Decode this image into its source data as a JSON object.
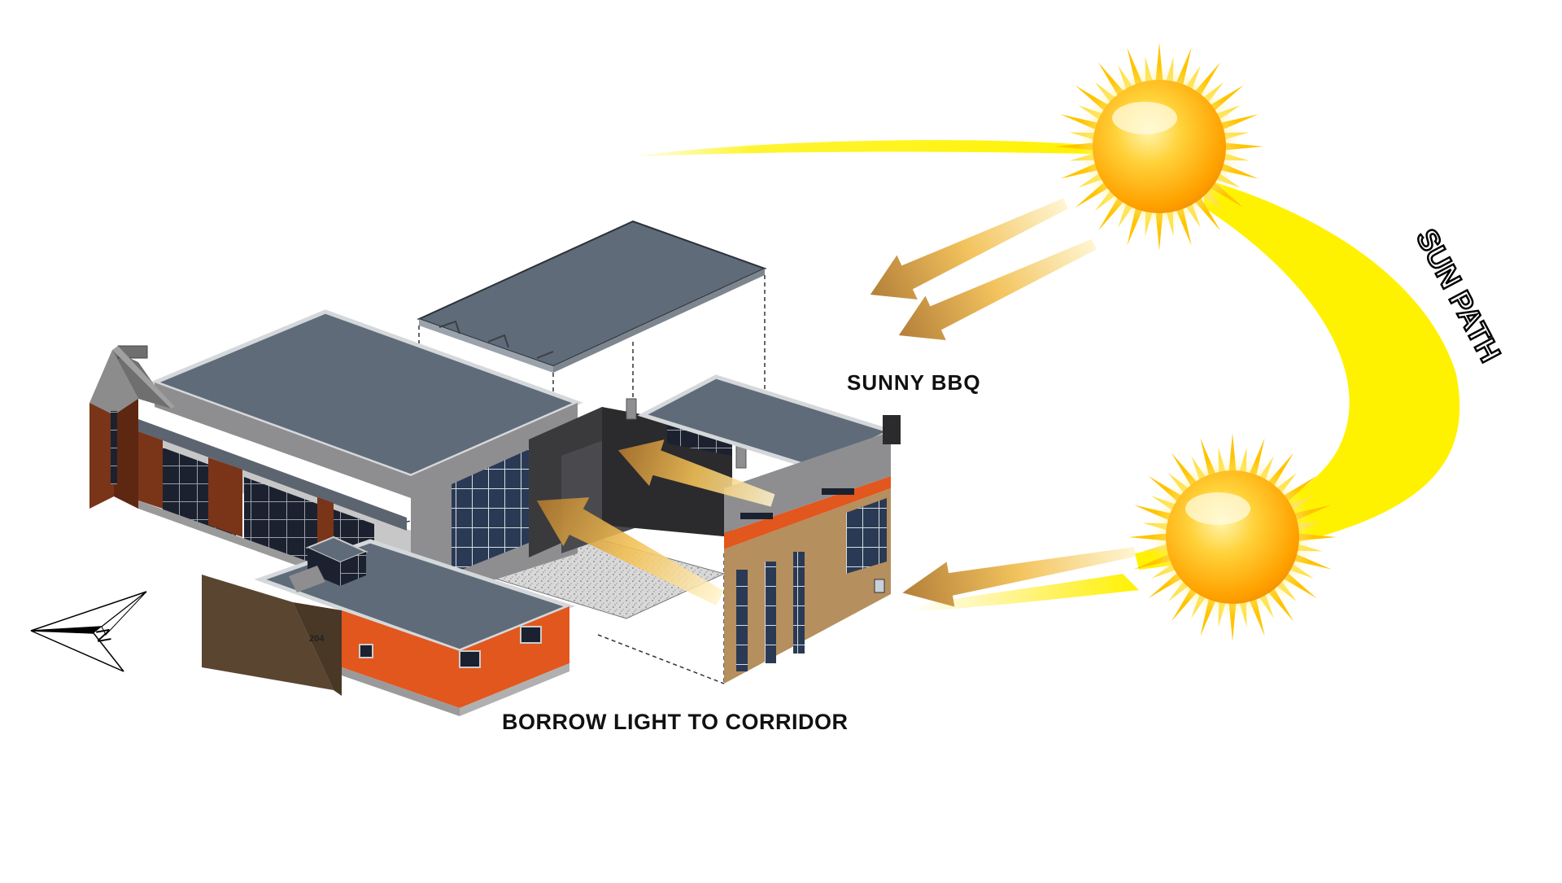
{
  "labels": {
    "sunny_bbq": "SUNNY  BBQ",
    "borrow_light": "BORROW LIGHT TO CORRIDOR",
    "sun_path": "SUN PATH",
    "compass_letter": "N",
    "unit_number": "204"
  },
  "colors": {
    "roof": "#5f6b78",
    "roof_edge": "#c9cccf",
    "wall_orange": "#e2571e",
    "wall_brick": "#7a3418",
    "wall_tan": "#b58f5e",
    "wall_dark_brown": "#5a4530",
    "wall_grey": "#8e8e90",
    "glass": "#1d2230",
    "sun_core": "#ffb000",
    "sun_path": "#fff200",
    "ray_arrow": "#f3c25a"
  },
  "icons": {
    "sun": "sun-icon",
    "compass": "north-arrow-icon",
    "light_arrow": "arrow-icon"
  }
}
